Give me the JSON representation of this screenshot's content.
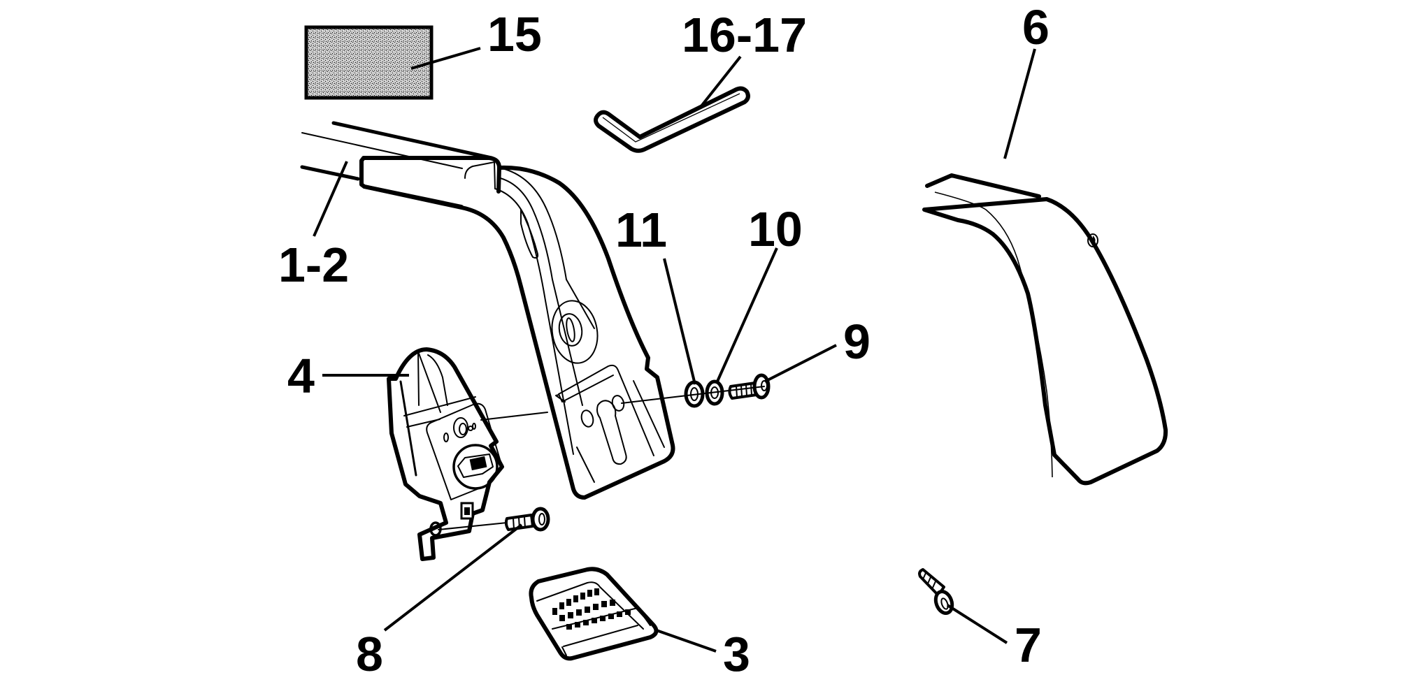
{
  "diagram": {
    "type": "exploded-parts-view",
    "subject": "roof rack foot assembly",
    "background": "#ffffff",
    "ink": "#000000",
    "callouts": [
      {
        "id": "15",
        "text": "15",
        "part": "sticker / pad"
      },
      {
        "id": "16-17",
        "text": "16-17",
        "part": "hex key"
      },
      {
        "id": "6",
        "text": "6",
        "part": "foot cover"
      },
      {
        "id": "1-2",
        "text": "1-2",
        "part": "bar and foot"
      },
      {
        "id": "11",
        "text": "11",
        "part": "washer"
      },
      {
        "id": "10",
        "text": "10",
        "part": "washer"
      },
      {
        "id": "9",
        "text": "9",
        "part": "screw"
      },
      {
        "id": "4",
        "text": "4",
        "part": "clamp bracket"
      },
      {
        "id": "8",
        "text": "8",
        "part": "screw"
      },
      {
        "id": "3",
        "text": "3",
        "part": "foot pad"
      },
      {
        "id": "7",
        "text": "7",
        "part": "screw"
      }
    ]
  }
}
